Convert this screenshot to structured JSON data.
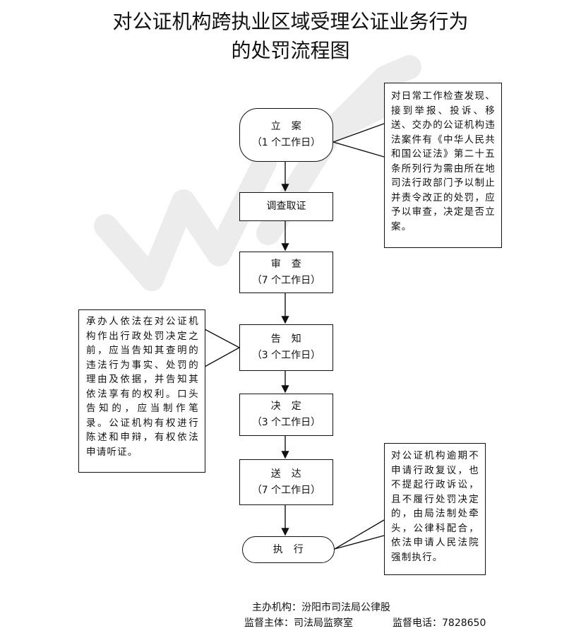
{
  "title": {
    "line1": "对公证机构跨执业区域受理公证业务行为",
    "line2": "的处罚流程图"
  },
  "steps": [
    {
      "label": "立　案",
      "time": "（1 个工作日）"
    },
    {
      "label": "调查取证",
      "time": ""
    },
    {
      "label": "审　查",
      "time": "（7 个工作日）"
    },
    {
      "label": "告　知",
      "time": "（3 个工作日）"
    },
    {
      "label": "决　定",
      "time": "（3 个工作日）"
    },
    {
      "label": "送　达",
      "time": "（7 个工作日）"
    },
    {
      "label": "执　行",
      "time": ""
    }
  ],
  "notes": {
    "filing": "对日常工作检查发现、接到举报、投诉、移送、交办的公证机构违法案件有《中华人民共和国公证法》第二十五条所列行为需由所在地司法行政部门予以制止并责令改正的处罚，应予以审查，决定是否立案。",
    "notice": "承办人依法在对公证机构作出行政处罚决定之前，应当告知其查明的违法行为事实、处罚的理由及依据，并告知其依法享有的权利。口头告知的，应当制作笔录。公证机构有权进行陈述和申辩，有权依法申请听证。",
    "execute": "对公证机构逾期不申请行政复议，也不提起行政诉讼，且不履行处罚决定的，由局法制处牵头，公律科配合，依法申请人民法院强制执行。"
  },
  "footer": {
    "organizer": "主办机构：汾阳市司法局公律股",
    "supervisor": "监督主体：司法局监察室",
    "phone": "监督电话：7828650"
  }
}
